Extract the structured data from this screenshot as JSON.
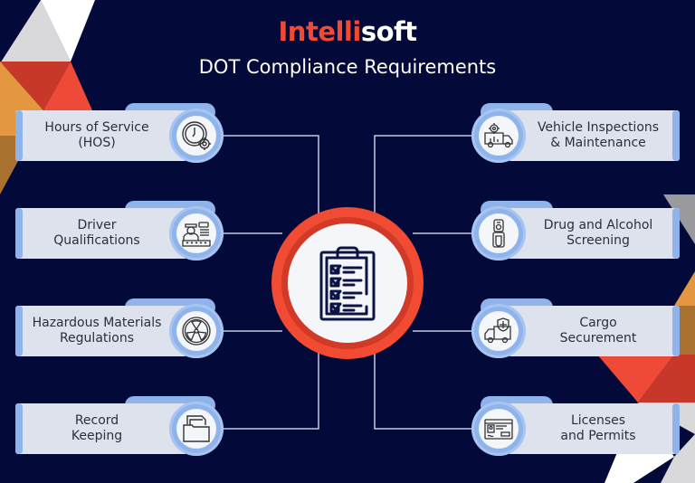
{
  "header": {
    "brand_part1": "Intelli",
    "brand_part2": "soft",
    "title": "DOT Compliance Requirements"
  },
  "colors": {
    "background": "#030a3a",
    "brand_red": "#f04a33",
    "card_fill": "#dde2ec",
    "card_accent": "#8fb4ec",
    "center_ring": "#f24b33",
    "icon_stroke": "#333333",
    "center_icon_stroke": "#0b1446"
  },
  "center": {
    "icon": "clipboard-checklist-icon"
  },
  "left_items": [
    {
      "line1": "Hours of Service",
      "line2": "(HOS)",
      "icon": "clock-gear-icon"
    },
    {
      "line1": "Driver",
      "line2": "Qualifications",
      "icon": "driver-rating-icon"
    },
    {
      "line1": "Hazardous Materials",
      "line2": "Regulations",
      "icon": "radiation-icon"
    },
    {
      "line1": "Record",
      "line2": "Keeping",
      "icon": "folder-documents-icon"
    }
  ],
  "right_items": [
    {
      "line1": "Vehicle Inspections",
      "line2": "& Maintenance",
      "icon": "truck-gear-icon"
    },
    {
      "line1": "Drug and Alcohol",
      "line2": "Screening",
      "icon": "breathalyzer-icon"
    },
    {
      "line1": "Cargo",
      "line2": "Securement",
      "icon": "truck-shield-icon"
    },
    {
      "line1": "Licenses",
      "line2": "and Permits",
      "icon": "id-card-icon"
    }
  ]
}
